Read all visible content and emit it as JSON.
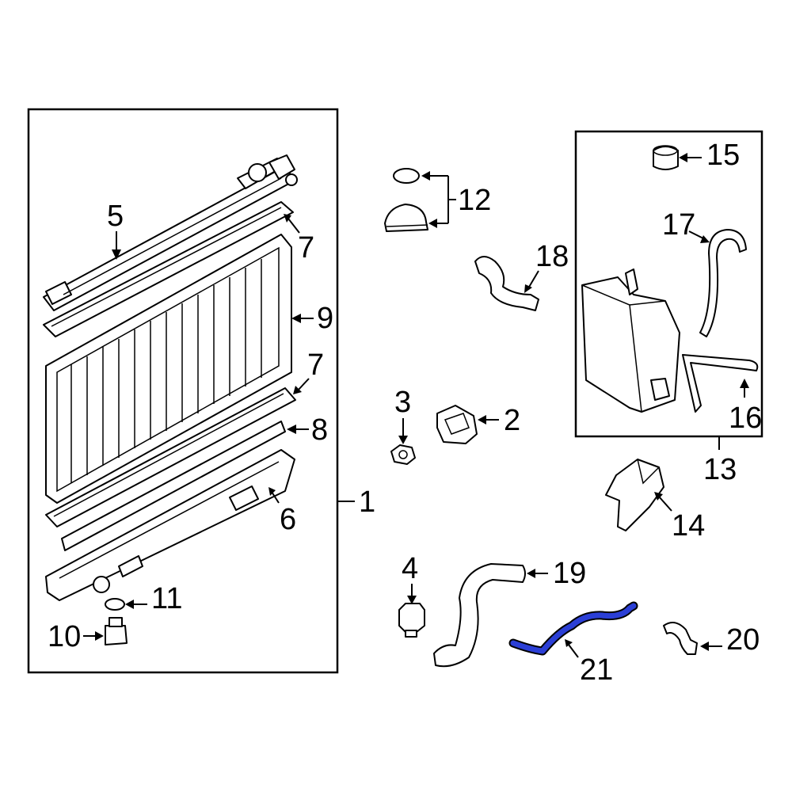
{
  "highlight_color": "#2b3fd6",
  "callouts": {
    "c1": "1",
    "c2": "2",
    "c3": "3",
    "c4": "4",
    "c5": "5",
    "c6": "6",
    "c7a": "7",
    "c7b": "7",
    "c8": "8",
    "c9": "9",
    "c10": "10",
    "c11": "11",
    "c12": "12",
    "c13": "13",
    "c14": "14",
    "c15": "15",
    "c16": "16",
    "c17": "17",
    "c18": "18",
    "c19": "19",
    "c20": "20",
    "c21": "21"
  },
  "highlighted_part": "21"
}
